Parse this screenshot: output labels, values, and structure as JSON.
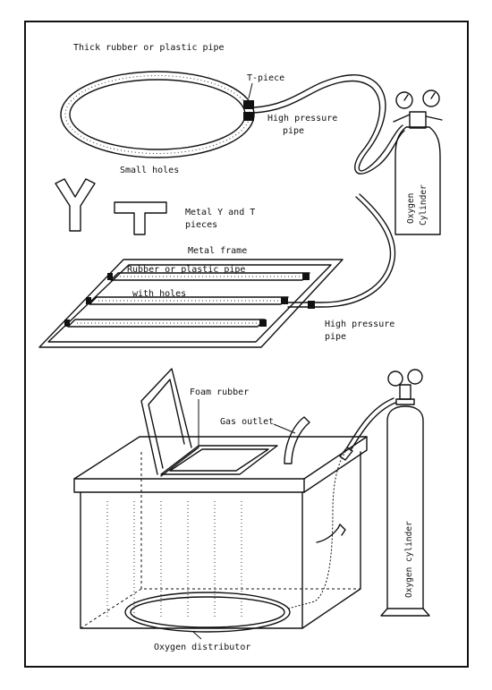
{
  "labels": {
    "thick_pipe": "Thick rubber or plastic pipe",
    "t_piece": "T-piece",
    "high_pressure_1": "High pressure",
    "high_pressure_1b": "pipe",
    "small_holes": "Small holes",
    "oxygen_cylinder_1": "Oxygen",
    "oxygen_cylinder_1b": "Cylinder",
    "metal_yt_1": "Metal Y and T",
    "metal_yt_2": "pieces",
    "metal_frame": "Metal frame",
    "rubber_pipe": "Rubber or plastic pipe",
    "with_holes": "with holes",
    "high_pressure_2": "High pressure",
    "high_pressure_2b": "pipe",
    "foam_rubber": "Foam rubber",
    "gas_outlet": "Gas outlet",
    "oxygen_cylinder_2": "Oxygen cylinder",
    "oxygen_distributor": "Oxygen distributor"
  },
  "colors": {
    "ink": "#111111",
    "paper": "#ffffff"
  }
}
